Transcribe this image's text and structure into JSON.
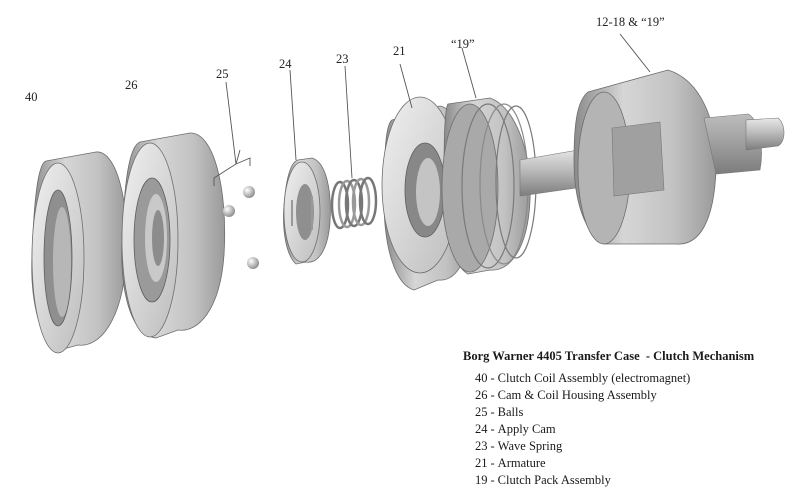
{
  "callouts": {
    "c40": "40",
    "c26": "26",
    "c25": "25",
    "c24": "24",
    "c23": "23",
    "c21": "21",
    "c19": "“19”",
    "c12": "12-18 & “19”"
  },
  "legend": {
    "title": "Borg Warner 4405 Transfer Case  - Clutch Mechanism",
    "items": [
      {
        "num": "40",
        "label": "Clutch Coil Assembly (electromagnet)"
      },
      {
        "num": "26",
        "label": "Cam & Coil Housing Assembly"
      },
      {
        "num": "25",
        "label": "Balls"
      },
      {
        "num": "24",
        "label": "Apply Cam"
      },
      {
        "num": "23",
        "label": "Wave Spring"
      },
      {
        "num": "21",
        "label": "Armature"
      },
      {
        "num": "19",
        "label": "Clutch Pack Assembly"
      }
    ]
  }
}
